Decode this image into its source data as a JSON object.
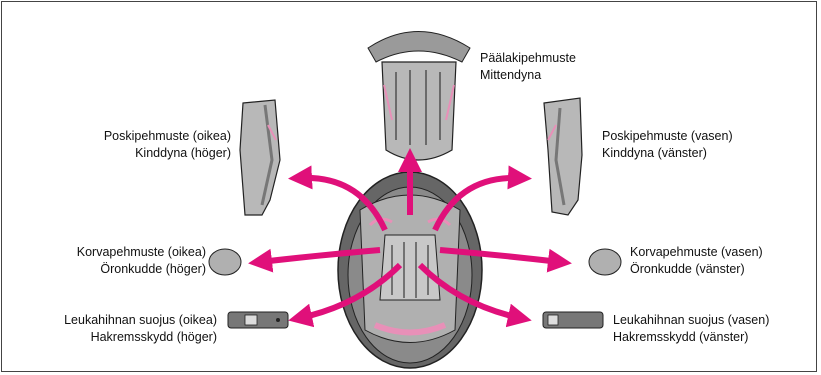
{
  "colors": {
    "accent": "#e0107a",
    "pad_fill": "#b8b8b8",
    "pad_dark": "#8a8a8a",
    "outline": "#222222",
    "pink_trim": "#e890b8"
  },
  "parts": {
    "top": {
      "line1": "Päälakipehmuste",
      "line2": "Mittendyna"
    },
    "cheek_right": {
      "line1": "Poskipehmuste (oikea)",
      "line2": "Kinddyna (höger)"
    },
    "cheek_left": {
      "line1": "Poskipehmuste (vasen)",
      "line2": "Kinddyna (vänster)"
    },
    "ear_right": {
      "line1": "Korvapehmuste (oikea)",
      "line2": "Öronkudde (höger)"
    },
    "ear_left": {
      "line1": "Korvapehmuste (vasen)",
      "line2": "Öronkudde (vänster)"
    },
    "strap_right": {
      "line1": "Leukahihnan suojus (oikea)",
      "line2": "Hakremsskydd (höger)"
    },
    "strap_left": {
      "line1": "Leukahihnan suojus (vasen)",
      "line2": "Hakremsskydd (vänster)"
    }
  }
}
